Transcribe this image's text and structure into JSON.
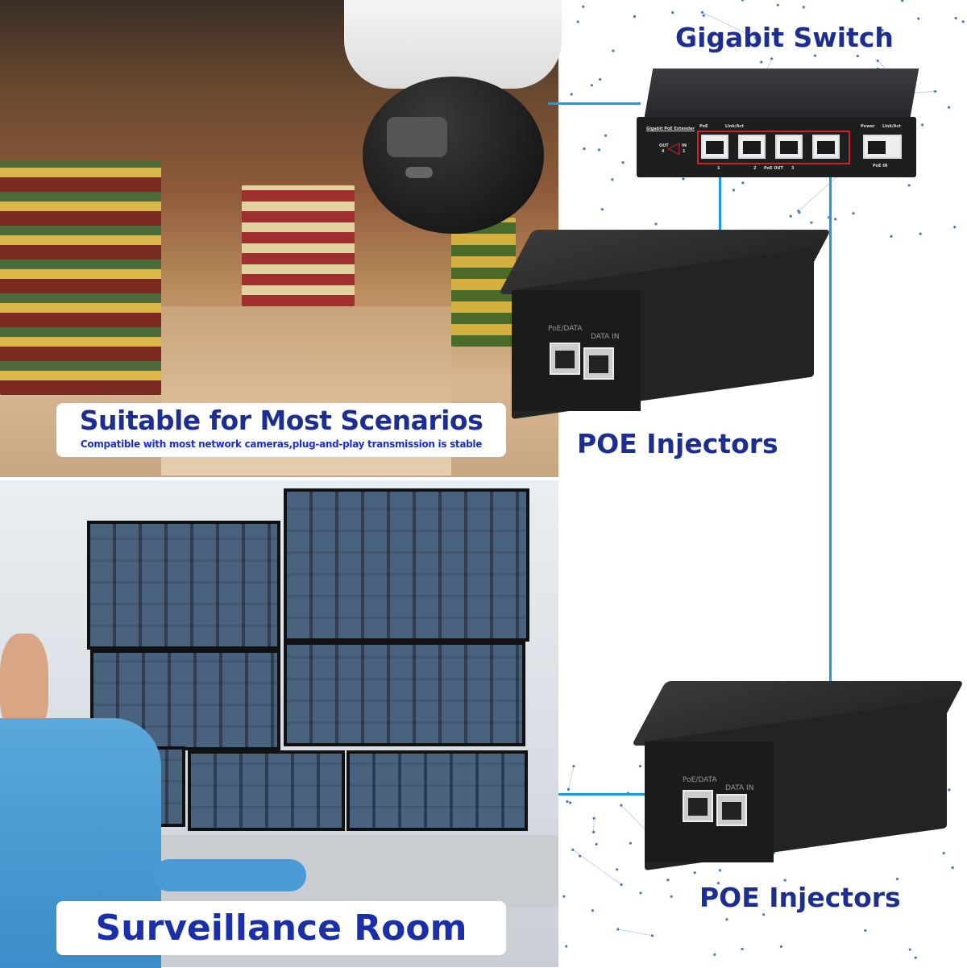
{
  "scene_top": {
    "caption_title": "Suitable for Most Scenarios",
    "caption_subtitle": "Compatible with most network cameras,plug-and-play transmission is stable"
  },
  "scene_bottom": {
    "caption_title": "Surveillance Room"
  },
  "switch": {
    "heading": "Gigabit Switch",
    "brand_label": "Gigabit PoE Extender",
    "out_label": "OUT",
    "out_num": "4",
    "in_label": "IN",
    "in_num": "1",
    "poe_label": "PoE",
    "link_label": "Link/Act",
    "power_label": "Power",
    "link_label_2": "Link/Act",
    "poe_out_label": "PoE OUT",
    "poe_in_label": "PoE IN",
    "port_numbers": [
      "1",
      "2",
      "3"
    ]
  },
  "injector_1": {
    "heading": "POE Injectors",
    "port_a": "PoE/DATA",
    "port_b": "DATA IN"
  },
  "injector_2": {
    "heading": "POE Injectors",
    "port_a": "PoE/DATA",
    "port_b": "DATA IN"
  },
  "colors": {
    "heading": "#1c2e8f",
    "line": "#1e9be0",
    "accent_red": "#d42020"
  }
}
